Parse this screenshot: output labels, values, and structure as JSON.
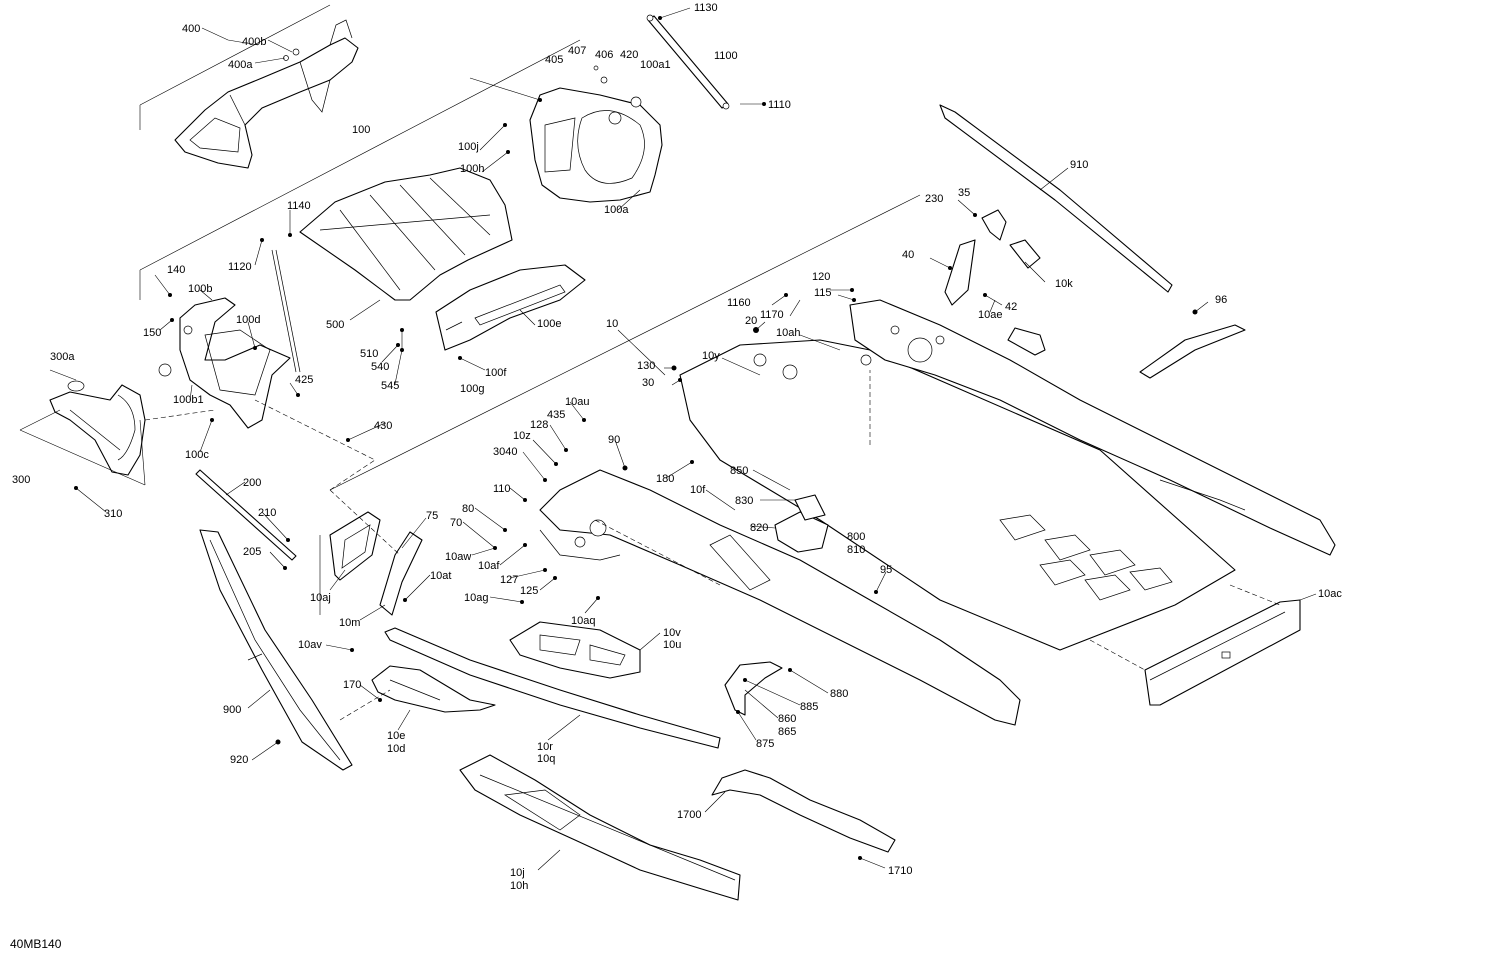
{
  "diagram": {
    "reference": "40MB140",
    "labels": [
      "400",
      "400b",
      "400a",
      "100",
      "405",
      "407",
      "406",
      "420",
      "100a1",
      "1130",
      "1100",
      "1110",
      "100j",
      "100h",
      "100a",
      "910",
      "230",
      "35",
      "40",
      "10k",
      "42",
      "10ae",
      "96",
      "1140",
      "1120",
      "140",
      "100b",
      "150",
      "100d",
      "500",
      "100e",
      "10",
      "1160",
      "1170",
      "120",
      "115",
      "20",
      "10ah",
      "10y",
      "130",
      "30",
      "300a",
      "425",
      "510",
      "540",
      "545",
      "100f",
      "100g",
      "100b1",
      "430",
      "300",
      "100c",
      "310",
      "10au",
      "435",
      "128",
      "10z",
      "90",
      "3040",
      "110",
      "180",
      "10f",
      "850",
      "830",
      "820",
      "800",
      "810",
      "200",
      "210",
      "205",
      "80",
      "70",
      "10aw",
      "10af",
      "127",
      "125",
      "10ag",
      "10aq",
      "75",
      "10at",
      "10aj",
      "10m",
      "95",
      "10ac",
      "10av",
      "10v",
      "10u",
      "880",
      "885",
      "860",
      "865",
      "875",
      "170",
      "10e",
      "10d",
      "900",
      "920",
      "10r",
      "10q",
      "1700",
      "10j",
      "10h",
      "1710"
    ]
  }
}
